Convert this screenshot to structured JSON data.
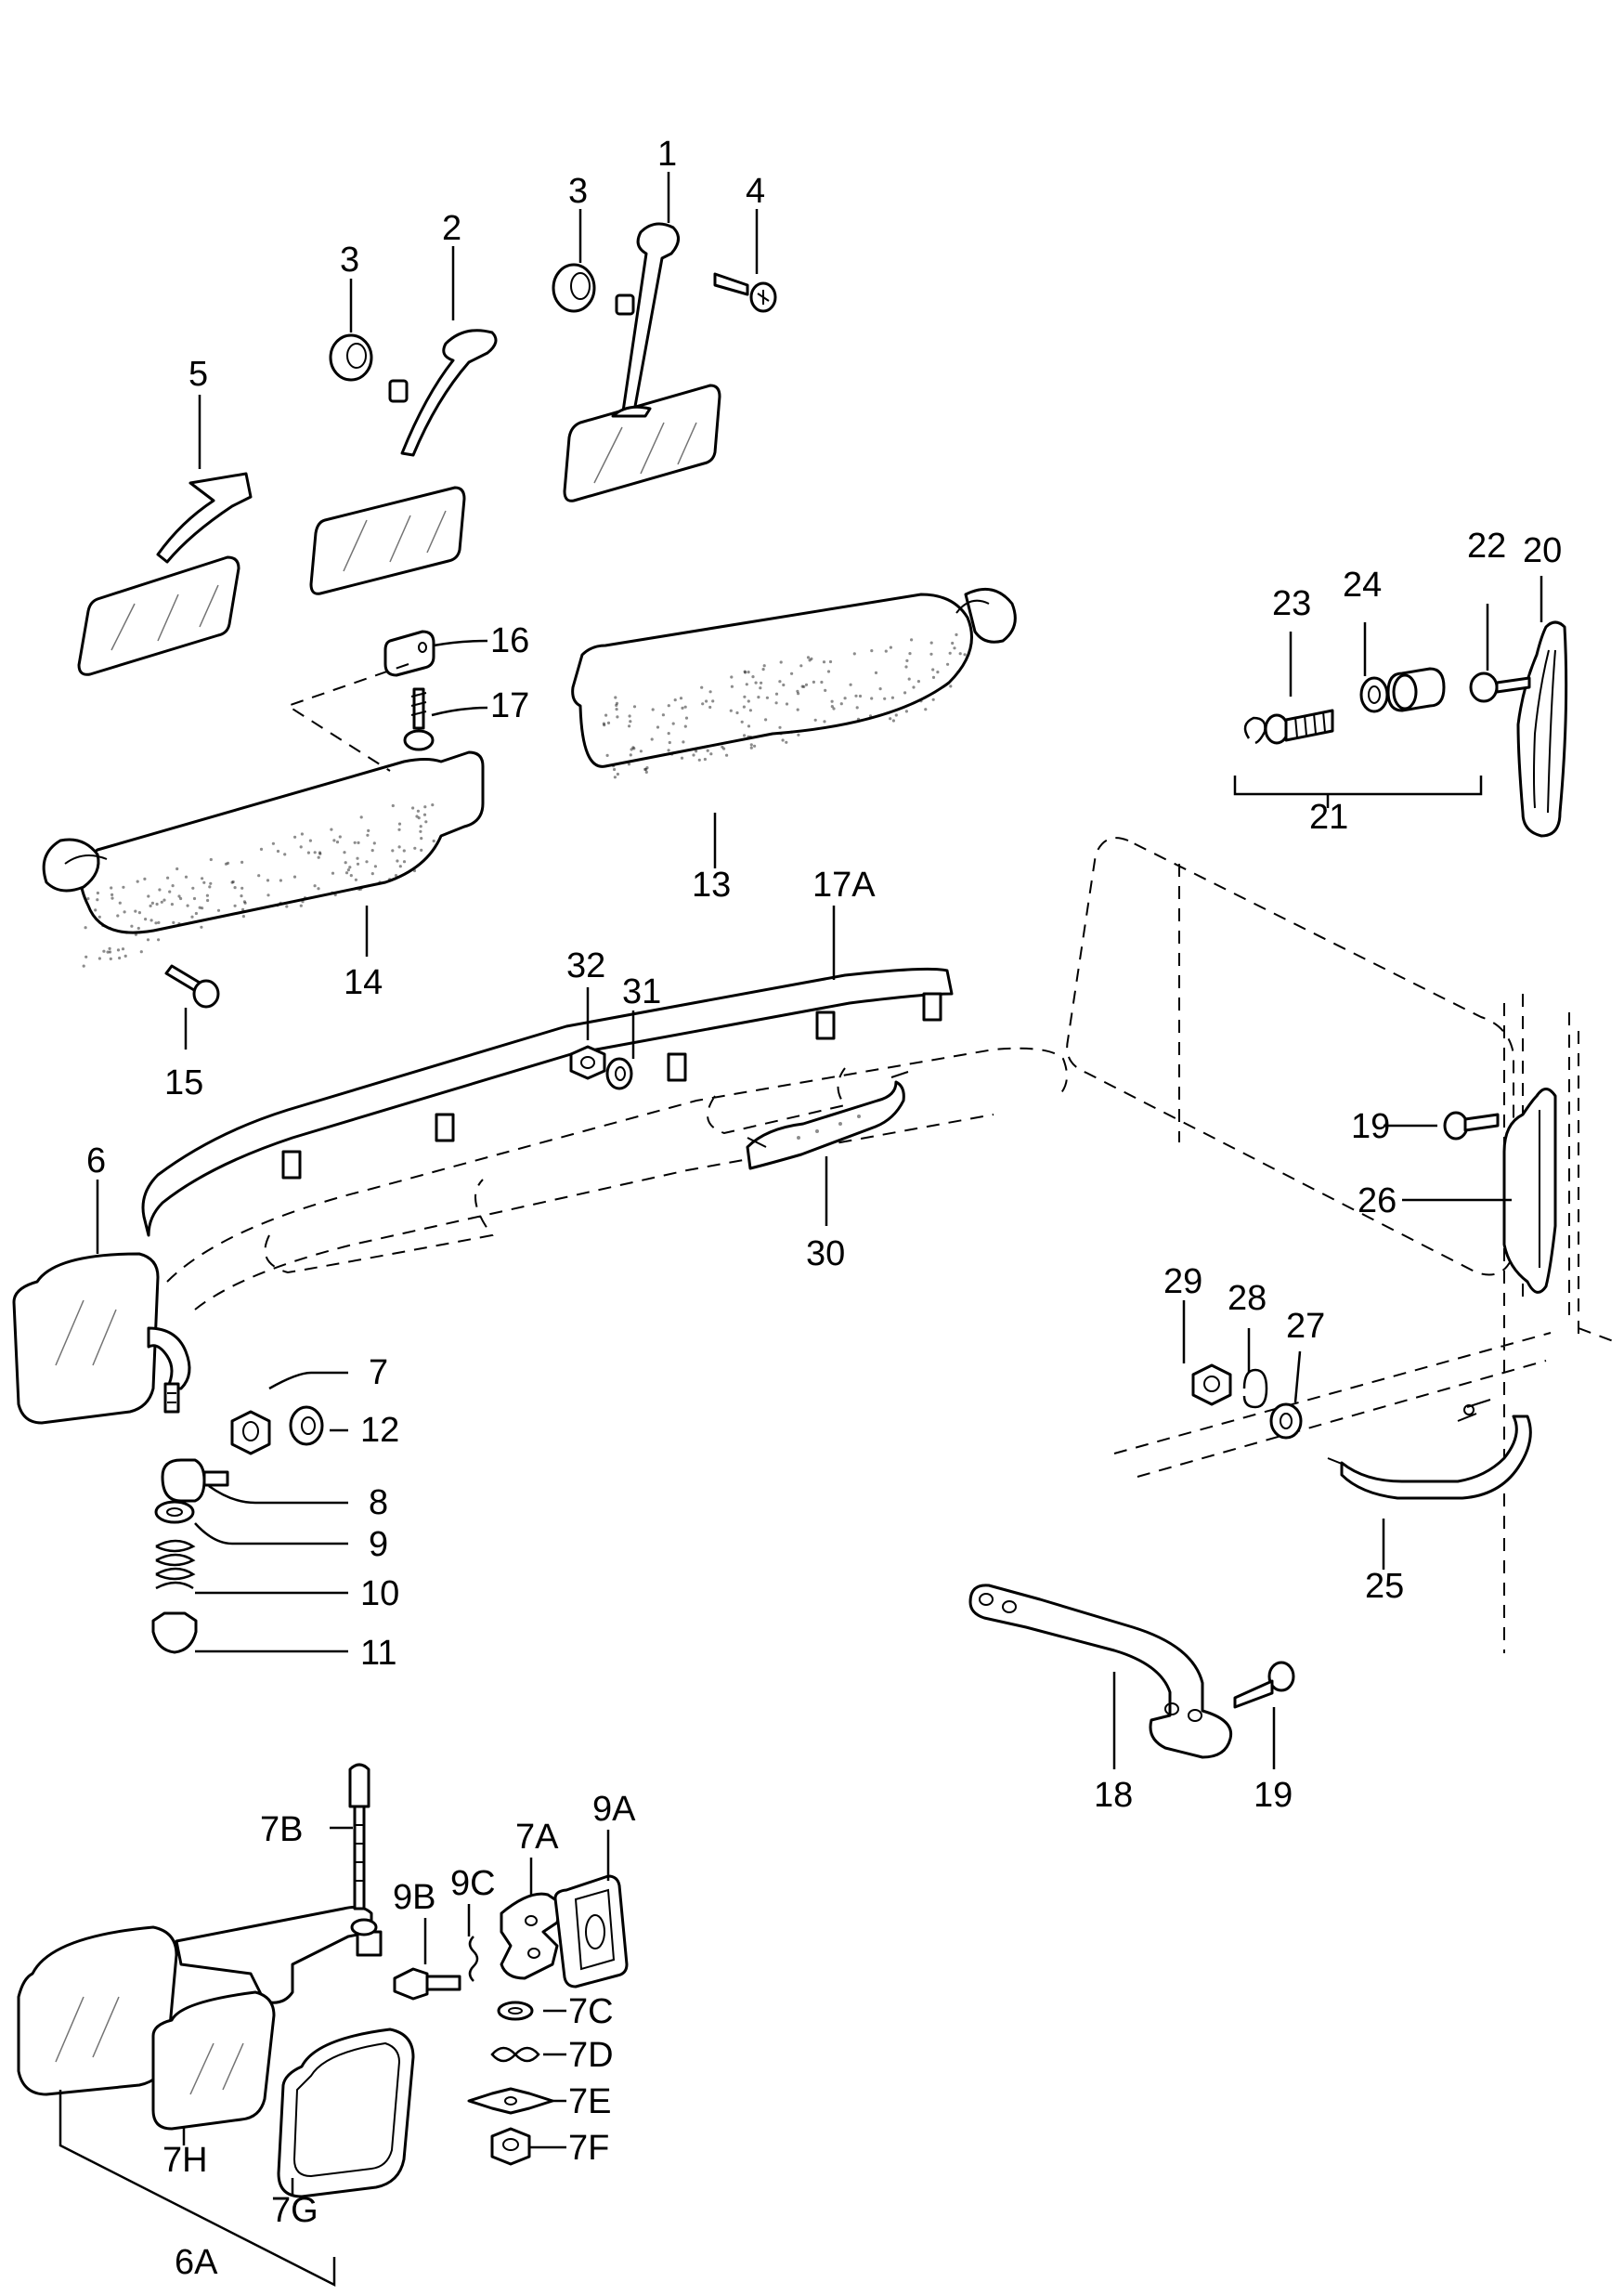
{
  "callouts": [
    {
      "id": "c1",
      "text": "1"
    },
    {
      "id": "c2",
      "text": "2"
    },
    {
      "id": "c3a",
      "text": "3"
    },
    {
      "id": "c3b",
      "text": "3"
    },
    {
      "id": "c4",
      "text": "4"
    },
    {
      "id": "c5",
      "text": "5"
    },
    {
      "id": "c6",
      "text": "6"
    },
    {
      "id": "c6A",
      "text": "6A"
    },
    {
      "id": "c7",
      "text": "7"
    },
    {
      "id": "c7A",
      "text": "7A"
    },
    {
      "id": "c7B",
      "text": "7B"
    },
    {
      "id": "c7C",
      "text": "7C"
    },
    {
      "id": "c7D",
      "text": "7D"
    },
    {
      "id": "c7E",
      "text": "7E"
    },
    {
      "id": "c7F",
      "text": "7F"
    },
    {
      "id": "c7G",
      "text": "7G"
    },
    {
      "id": "c7H",
      "text": "7H"
    },
    {
      "id": "c8",
      "text": "8"
    },
    {
      "id": "c9",
      "text": "9"
    },
    {
      "id": "c9A",
      "text": "9A"
    },
    {
      "id": "c9B",
      "text": "9B"
    },
    {
      "id": "c9C",
      "text": "9C"
    },
    {
      "id": "c10",
      "text": "10"
    },
    {
      "id": "c11",
      "text": "11"
    },
    {
      "id": "c12",
      "text": "12"
    },
    {
      "id": "c13",
      "text": "13"
    },
    {
      "id": "c14",
      "text": "14"
    },
    {
      "id": "c15",
      "text": "15"
    },
    {
      "id": "c16",
      "text": "16"
    },
    {
      "id": "c17",
      "text": "17"
    },
    {
      "id": "c17A",
      "text": "17A"
    },
    {
      "id": "c18",
      "text": "18"
    },
    {
      "id": "c19a",
      "text": "19"
    },
    {
      "id": "c19b",
      "text": "19"
    },
    {
      "id": "c20",
      "text": "20"
    },
    {
      "id": "c21",
      "text": "21"
    },
    {
      "id": "c22",
      "text": "22"
    },
    {
      "id": "c23",
      "text": "23"
    },
    {
      "id": "c24",
      "text": "24"
    },
    {
      "id": "c25",
      "text": "25"
    },
    {
      "id": "c26",
      "text": "26"
    },
    {
      "id": "c27",
      "text": "27"
    },
    {
      "id": "c28",
      "text": "28"
    },
    {
      "id": "c29",
      "text": "29"
    },
    {
      "id": "c30",
      "text": "30"
    },
    {
      "id": "c31",
      "text": "31"
    },
    {
      "id": "c32",
      "text": "32"
    }
  ]
}
